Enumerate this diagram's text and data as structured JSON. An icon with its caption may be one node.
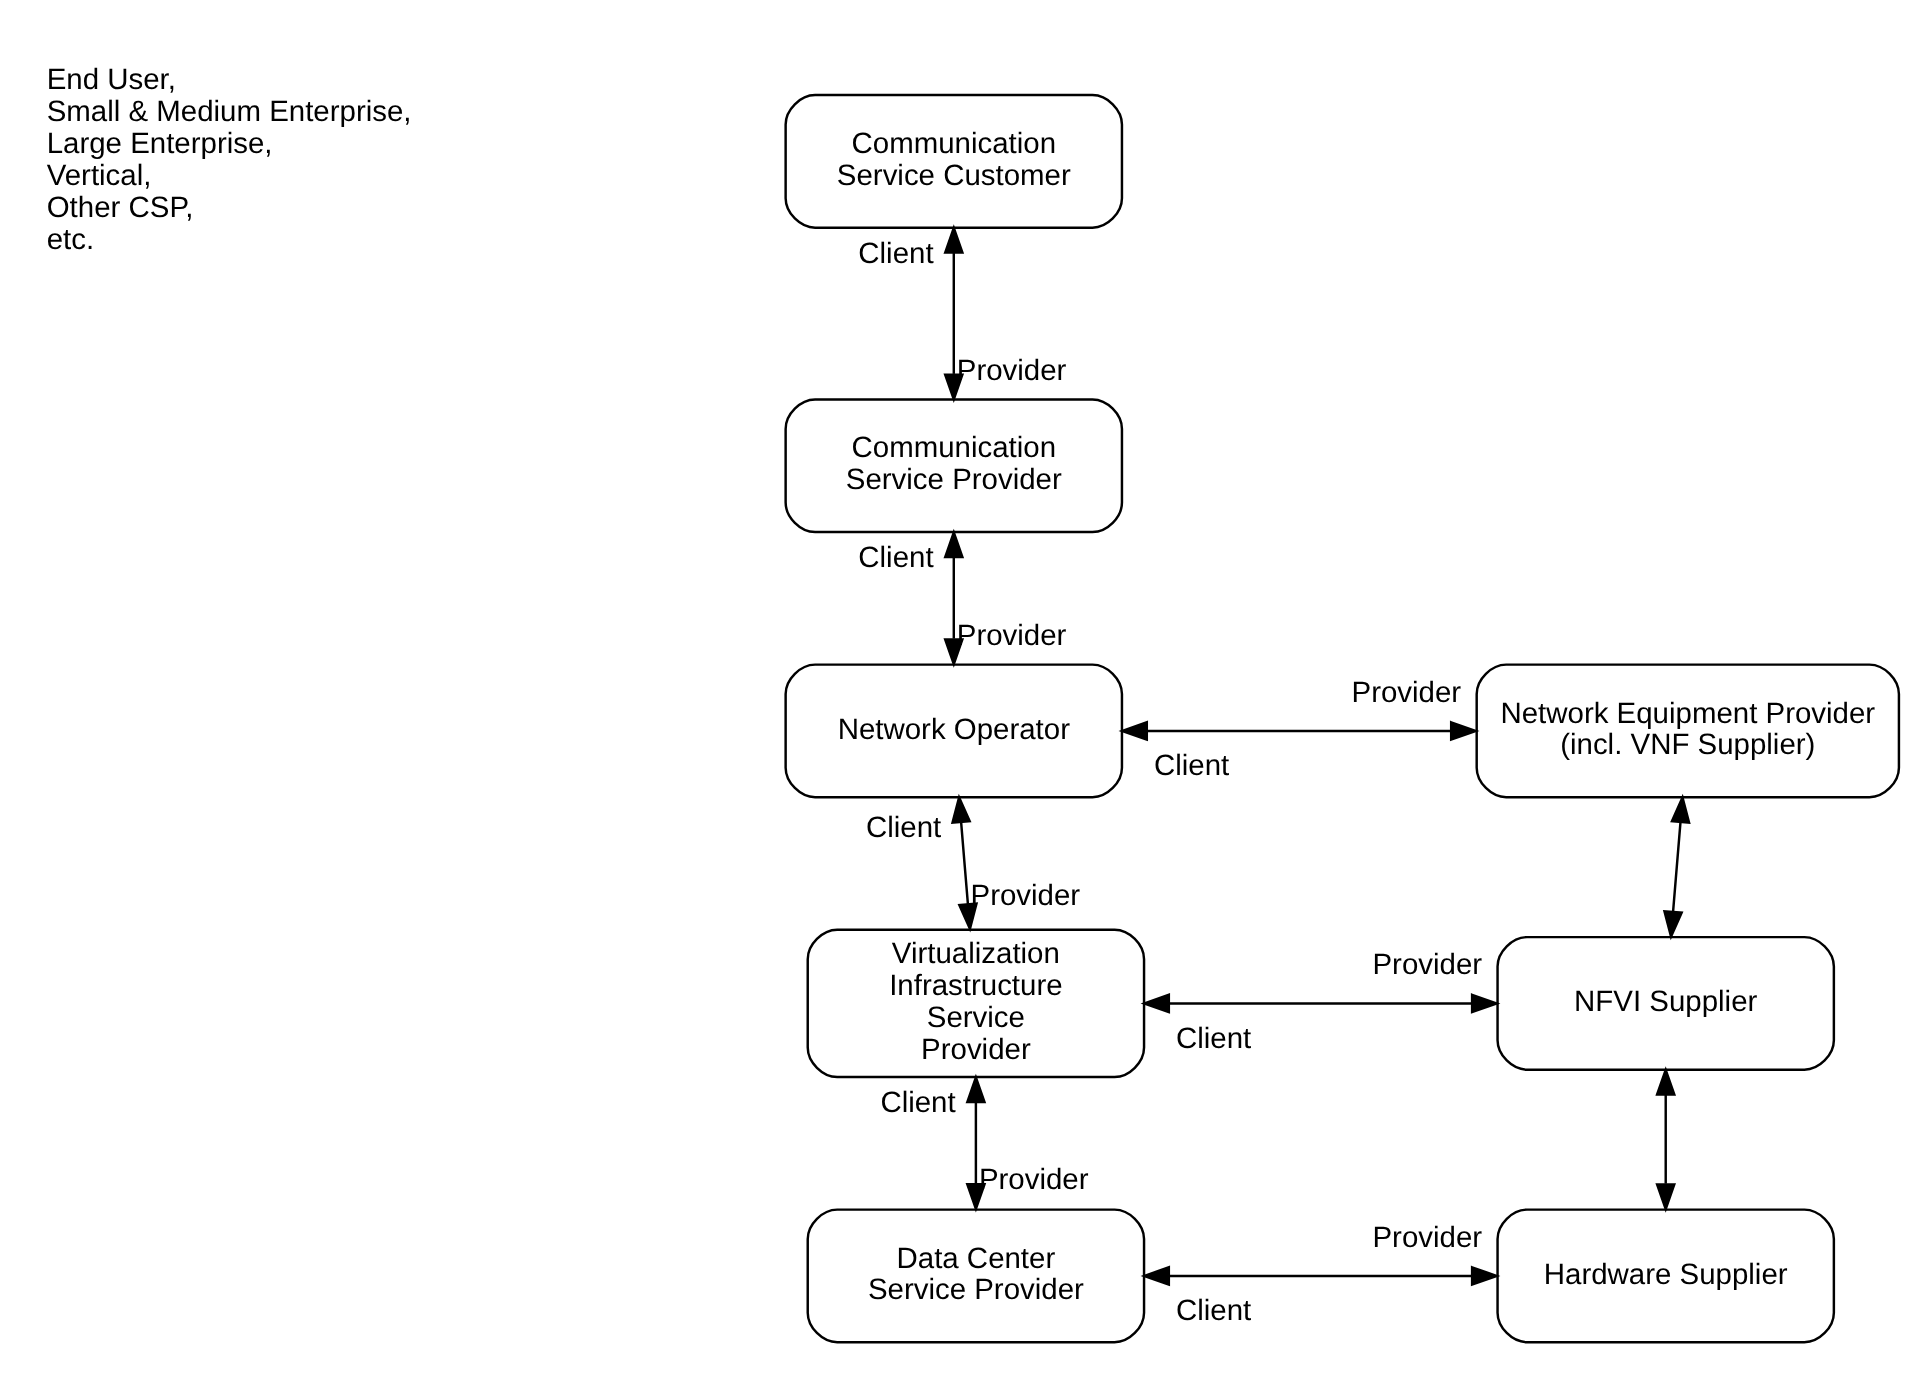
{
  "diagram": {
    "nodes": [
      {
        "text": [
          "Communication Service Customer"
        ]
      },
      {
        "text": [
          "Communication Service Provider"
        ]
      },
      {
        "text": [
          "Network Operator"
        ]
      },
      {
        "text": [
          "Network Equipment Provider (incl. VNF Supplier)"
        ]
      },
      {
        "text": [
          "Virtualization Infrastructure Service Provider"
        ]
      },
      {
        "text": [
          "NFVI Supplier"
        ]
      },
      {
        "text": [
          "Data Center Service Provider"
        ]
      },
      {
        "text": [
          "Hardware Supplier"
        ]
      }
    ],
    "edges": [
      {
        "from": 0,
        "to": 1,
        "arrow": "both"
      },
      {
        "from": 1,
        "to": 2,
        "arrow": "both"
      },
      {
        "from": 2,
        "to": 3,
        "arrow": "both"
      },
      {
        "from": 2,
        "to": 4,
        "arrow": "both"
      },
      {
        "from": 4,
        "to": 5,
        "arrow": "both"
      },
      {
        "from": 4,
        "to": 6,
        "arrow": "both"
      },
      {
        "from": 6,
        "to": 7,
        "arrow": "both"
      },
      {
        "from": 3,
        "to": 5,
        "arrow": "both"
      },
      {
        "from": 5,
        "to": 7,
        "arrow": "both"
      }
    ],
    "labels": [
      "End User, Small & Medium Enterprise, Large Enterprise, Vertical, Other CSP, etc.",
      "Client",
      "Provider",
      "Client",
      "Provider",
      "Client",
      "Provider",
      "Client",
      "Provider",
      "Client",
      "Provider",
      "Client",
      "Provider",
      "Client",
      "Provider"
    ]
  }
}
